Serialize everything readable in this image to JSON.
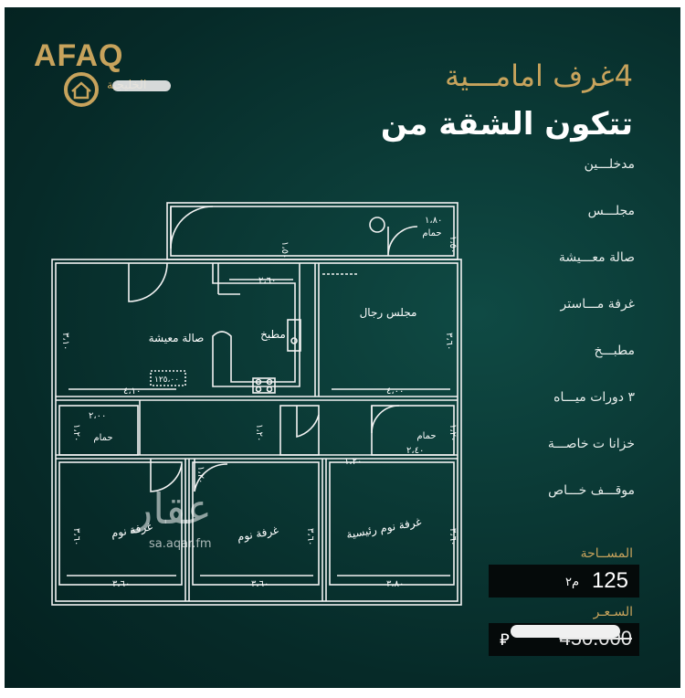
{
  "logo": {
    "brand": "AFAQ",
    "sub": "الخليجية"
  },
  "headline": {
    "count": "4",
    "rooms": "غرف امامـــية"
  },
  "subtitle": "تتكون الشقة من",
  "features": [
    "مدخلـــين",
    "مجلـــس",
    "صالة معـــيشة",
    "غرفة مـــاستر",
    "مطبـــخ",
    "٣ دورات ميـــاه",
    "خزانا ت خاصـــة",
    "موقـــف خـــاص"
  ],
  "area": {
    "label": "المســاحة",
    "value": "125",
    "unit": "م٢"
  },
  "price": {
    "label": "السـعـر",
    "currency": "⃁",
    "value": "450.000"
  },
  "watermark": {
    "text": "عقار",
    "url": "sa.aqar.fm"
  },
  "plan": {
    "rooms": {
      "living": "صالة معيشة",
      "men_majlis": "مجلس رجال",
      "kitchen": "مطبخ",
      "bath_top": "حمام",
      "bath_left": "حمام",
      "bath_right": "حمام",
      "bed1": "غرفة نوم",
      "bed2": "غرفة نوم",
      "master": "غرفة نوم رئيسية"
    },
    "dims": {
      "living_w": "٤،١٠",
      "living_h": "٣،١٠",
      "majlis_w": "٤،٠٠",
      "majlis_h": "٣،٦٠",
      "kitchen_w": "٢،٦٠",
      "area_tag": "١٢٥،٠٠",
      "bath_top_w": "١،٨٠",
      "bath_left_w": "٢،٠٠",
      "bath_right_w": "٢،٤٠",
      "corridor": "١،٢٠",
      "bed1_w": "٣،٦٠",
      "bed2_w": "٣،٦٠",
      "master_w": "٣،٨٠",
      "v1": "١،٥٠",
      "v2": "١،٥٠",
      "v3": "١،٢٠",
      "v4": "١،٢٠",
      "v5": "١،٢٠",
      "v6": "١،٢٠",
      "v7": "٣،٦٠",
      "v8": "٣،٦٠",
      "v9": "٣،٦٠"
    }
  }
}
